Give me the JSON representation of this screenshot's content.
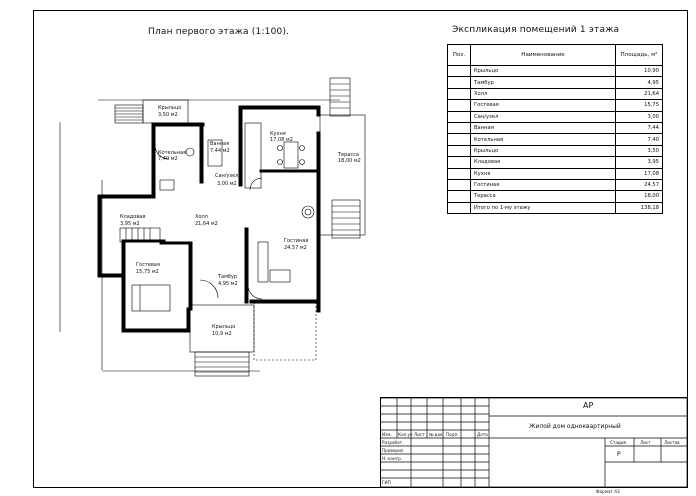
{
  "drawing": {
    "plan_title": "План первого этажа (1:100).",
    "table_title": "Экспликация помещений 1 этажа"
  },
  "explication": {
    "headers": {
      "num": "Поз.",
      "name": "Наименование",
      "area": "Площадь, м²"
    },
    "rows": [
      {
        "name": "Крыльцо",
        "area": "10,90"
      },
      {
        "name": "Тамбур",
        "area": "4,95"
      },
      {
        "name": "Холл",
        "area": "21,64"
      },
      {
        "name": "Гостевая",
        "area": "15,75"
      },
      {
        "name": "Сан/узел",
        "area": "3,00"
      },
      {
        "name": "Ванная",
        "area": "7,44"
      },
      {
        "name": "Котельная",
        "area": "7,40"
      },
      {
        "name": "Крыльцо",
        "area": "3,50"
      },
      {
        "name": "Кладовая",
        "area": "3,95"
      },
      {
        "name": "Кухня",
        "area": "17,08"
      },
      {
        "name": "Гостиная",
        "area": "24,57"
      },
      {
        "name": "Терасса",
        "area": "18,00"
      },
      {
        "name": "Итого по 1-му этажу",
        "area": "138,18"
      }
    ]
  },
  "rooms": {
    "kryltso_back": {
      "name": "Крыльцо",
      "area": "3,50 м2"
    },
    "kotelnaya": {
      "name": "Котельная",
      "area": "7,40 м2"
    },
    "vannaya": {
      "name": "Ванная",
      "area": "7,44 м2"
    },
    "sanuzel": {
      "name": "Сан/узел",
      "area": "3,00 м2"
    },
    "kukhnya": {
      "name": "Кухня",
      "area": "17,08 м2"
    },
    "terrasa": {
      "name": "Терасса",
      "area": "18,00 м2"
    },
    "kladovaya": {
      "name": "Кладовая",
      "area": "3,95 м2"
    },
    "holl": {
      "name": "Холл",
      "area": "21,64 м2"
    },
    "gostinaya": {
      "name": "Гостиная",
      "area": "24,57 м2"
    },
    "gostevaya": {
      "name": "Гостевая",
      "area": "15,75 м2"
    },
    "tambur": {
      "name": "Тамбур",
      "area": "4,95 м2"
    },
    "kryltso_front": {
      "name": "Крыльцо",
      "area": "10,9 м2"
    }
  },
  "stamp": {
    "code": "АР",
    "project": "Жилой дом одноквартирный",
    "stage_label": "Стадия",
    "sheet_label": "Лист",
    "sheets_label": "Листов",
    "stage_value": "Р",
    "cols": [
      "Изм.",
      "Кол.уч",
      "Лист",
      "№ док.",
      "Подп.",
      "Дата"
    ],
    "roles": [
      "Разработ.",
      "Проверил",
      "Н. контр.",
      "ГИП"
    ],
    "format": "Формат А3"
  }
}
